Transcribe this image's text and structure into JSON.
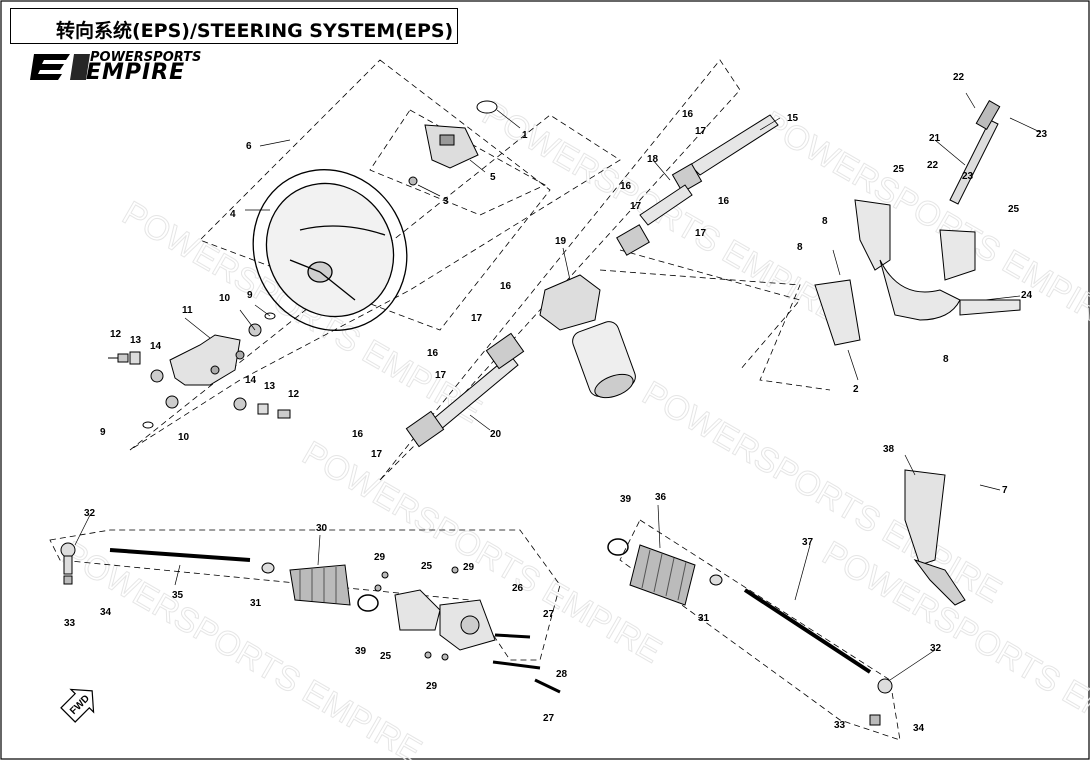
{
  "title": "转向系统(EPS)/STEERING SYSTEM(EPS)",
  "brand": {
    "tagline": "POWERSPORTS",
    "name": "EMPIRE"
  },
  "watermark": "POWERSPORTS EMPIRE",
  "fwd_label": "FWD",
  "callouts": [
    {
      "id": "c1",
      "label": "1"
    },
    {
      "id": "c2",
      "label": "2"
    },
    {
      "id": "c3",
      "label": "3"
    },
    {
      "id": "c4",
      "label": "4"
    },
    {
      "id": "c5",
      "label": "5"
    },
    {
      "id": "c6",
      "label": "6"
    },
    {
      "id": "c7",
      "label": "7"
    },
    {
      "id": "c8a",
      "label": "8"
    },
    {
      "id": "c8b",
      "label": "8"
    },
    {
      "id": "c8c",
      "label": "8"
    },
    {
      "id": "c9a",
      "label": "9"
    },
    {
      "id": "c9b",
      "label": "9"
    },
    {
      "id": "c10a",
      "label": "10"
    },
    {
      "id": "c10b",
      "label": "10"
    },
    {
      "id": "c11",
      "label": "11"
    },
    {
      "id": "c12a",
      "label": "12"
    },
    {
      "id": "c12b",
      "label": "12"
    },
    {
      "id": "c13a",
      "label": "13"
    },
    {
      "id": "c13b",
      "label": "13"
    },
    {
      "id": "c14a",
      "label": "14"
    },
    {
      "id": "c14b",
      "label": "14"
    },
    {
      "id": "c15",
      "label": "15"
    },
    {
      "id": "c16a",
      "label": "16"
    },
    {
      "id": "c16b",
      "label": "16"
    },
    {
      "id": "c16c",
      "label": "16"
    },
    {
      "id": "c16d",
      "label": "16"
    },
    {
      "id": "c16e",
      "label": "16"
    },
    {
      "id": "c16f",
      "label": "16"
    },
    {
      "id": "c17a",
      "label": "17"
    },
    {
      "id": "c17b",
      "label": "17"
    },
    {
      "id": "c17c",
      "label": "17"
    },
    {
      "id": "c17d",
      "label": "17"
    },
    {
      "id": "c17e",
      "label": "17"
    },
    {
      "id": "c17f",
      "label": "17"
    },
    {
      "id": "c18",
      "label": "18"
    },
    {
      "id": "c19",
      "label": "19"
    },
    {
      "id": "c20",
      "label": "20"
    },
    {
      "id": "c21",
      "label": "21"
    },
    {
      "id": "c22a",
      "label": "22"
    },
    {
      "id": "c22b",
      "label": "22"
    },
    {
      "id": "c23a",
      "label": "23"
    },
    {
      "id": "c23b",
      "label": "23"
    },
    {
      "id": "c24",
      "label": "24"
    },
    {
      "id": "c25a",
      "label": "25"
    },
    {
      "id": "c25b",
      "label": "25"
    },
    {
      "id": "c25c",
      "label": "25"
    },
    {
      "id": "c25d",
      "label": "25"
    },
    {
      "id": "c26",
      "label": "26"
    },
    {
      "id": "c27a",
      "label": "27"
    },
    {
      "id": "c27b",
      "label": "27"
    },
    {
      "id": "c28",
      "label": "28"
    },
    {
      "id": "c29a",
      "label": "29"
    },
    {
      "id": "c29b",
      "label": "29"
    },
    {
      "id": "c29c",
      "label": "29"
    },
    {
      "id": "c30",
      "label": "30"
    },
    {
      "id": "c31a",
      "label": "31"
    },
    {
      "id": "c31b",
      "label": "31"
    },
    {
      "id": "c32a",
      "label": "32"
    },
    {
      "id": "c32b",
      "label": "32"
    },
    {
      "id": "c33a",
      "label": "33"
    },
    {
      "id": "c33b",
      "label": "33"
    },
    {
      "id": "c34a",
      "label": "34"
    },
    {
      "id": "c34b",
      "label": "34"
    },
    {
      "id": "c35",
      "label": "35"
    },
    {
      "id": "c36",
      "label": "36"
    },
    {
      "id": "c37",
      "label": "37"
    },
    {
      "id": "c38",
      "label": "38"
    },
    {
      "id": "c39a",
      "label": "39"
    },
    {
      "id": "c39b",
      "label": "39"
    }
  ]
}
